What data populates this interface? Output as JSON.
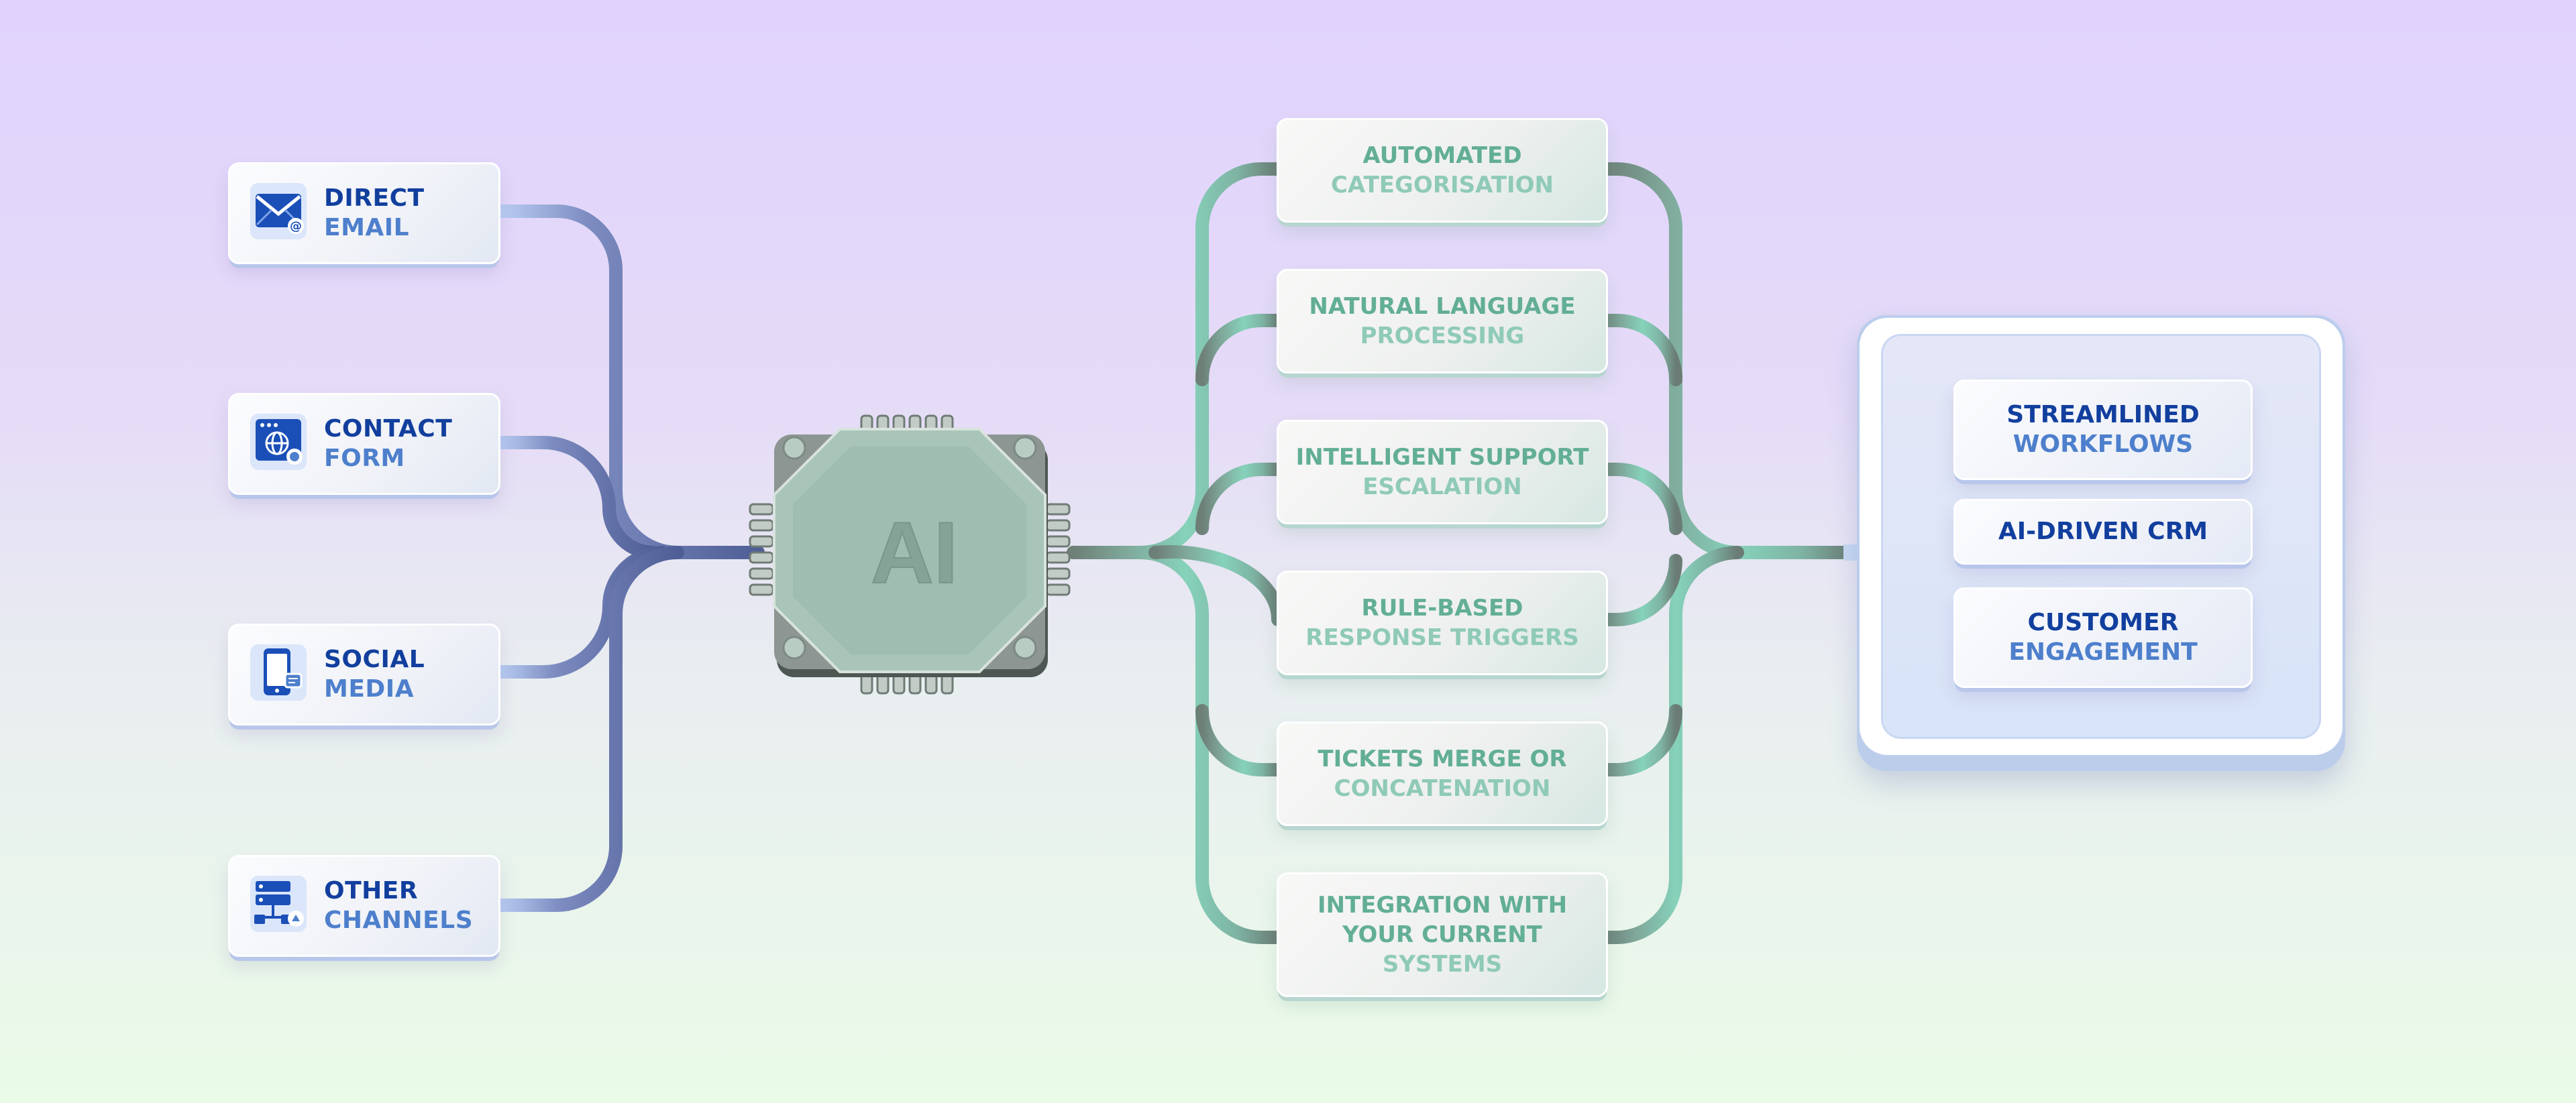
{
  "center_chip": {
    "label": "AI"
  },
  "sources": [
    {
      "line1": "DIRECT",
      "line2": "EMAIL",
      "icon": "email-icon"
    },
    {
      "line1": "CONTACT",
      "line2": "FORM",
      "icon": "web-form-icon"
    },
    {
      "line1": "SOCIAL",
      "line2": "MEDIA",
      "icon": "phone-icon"
    },
    {
      "line1": "OTHER",
      "line2": "CHANNELS",
      "icon": "server-network-icon"
    }
  ],
  "features": [
    {
      "lines": [
        "AUTOMATED",
        "CATEGORISATION"
      ]
    },
    {
      "lines": [
        "NATURAL LANGUAGE",
        "PROCESSING"
      ]
    },
    {
      "lines": [
        "INTELLIGENT SUPPORT",
        "ESCALATION"
      ]
    },
    {
      "lines": [
        "RULE-BASED",
        "RESPONSE TRIGGERS"
      ]
    },
    {
      "lines": [
        "TICKETS MERGE OR",
        "CONCATENATION"
      ]
    },
    {
      "lines": [
        "INTEGRATION WITH",
        "YOUR CURRENT",
        "SYSTEMS"
      ]
    }
  ],
  "outcomes": [
    {
      "lines": [
        "STREAMLINED",
        "WORKFLOWS"
      ]
    },
    {
      "lines": [
        "AI-DRIVEN CRM"
      ]
    },
    {
      "lines": [
        "CUSTOMER",
        "ENGAGEMENT"
      ]
    }
  ],
  "colors": {
    "source_text_dark": "#123f9e",
    "source_text_light": "#4d7fcc",
    "feature_text_dark": "#62ae96",
    "feature_text_light": "#8fcab8",
    "left_wire": "#5d6da6",
    "right_wire": "#7ec9b2",
    "chip_body": "#9fbcaf"
  }
}
